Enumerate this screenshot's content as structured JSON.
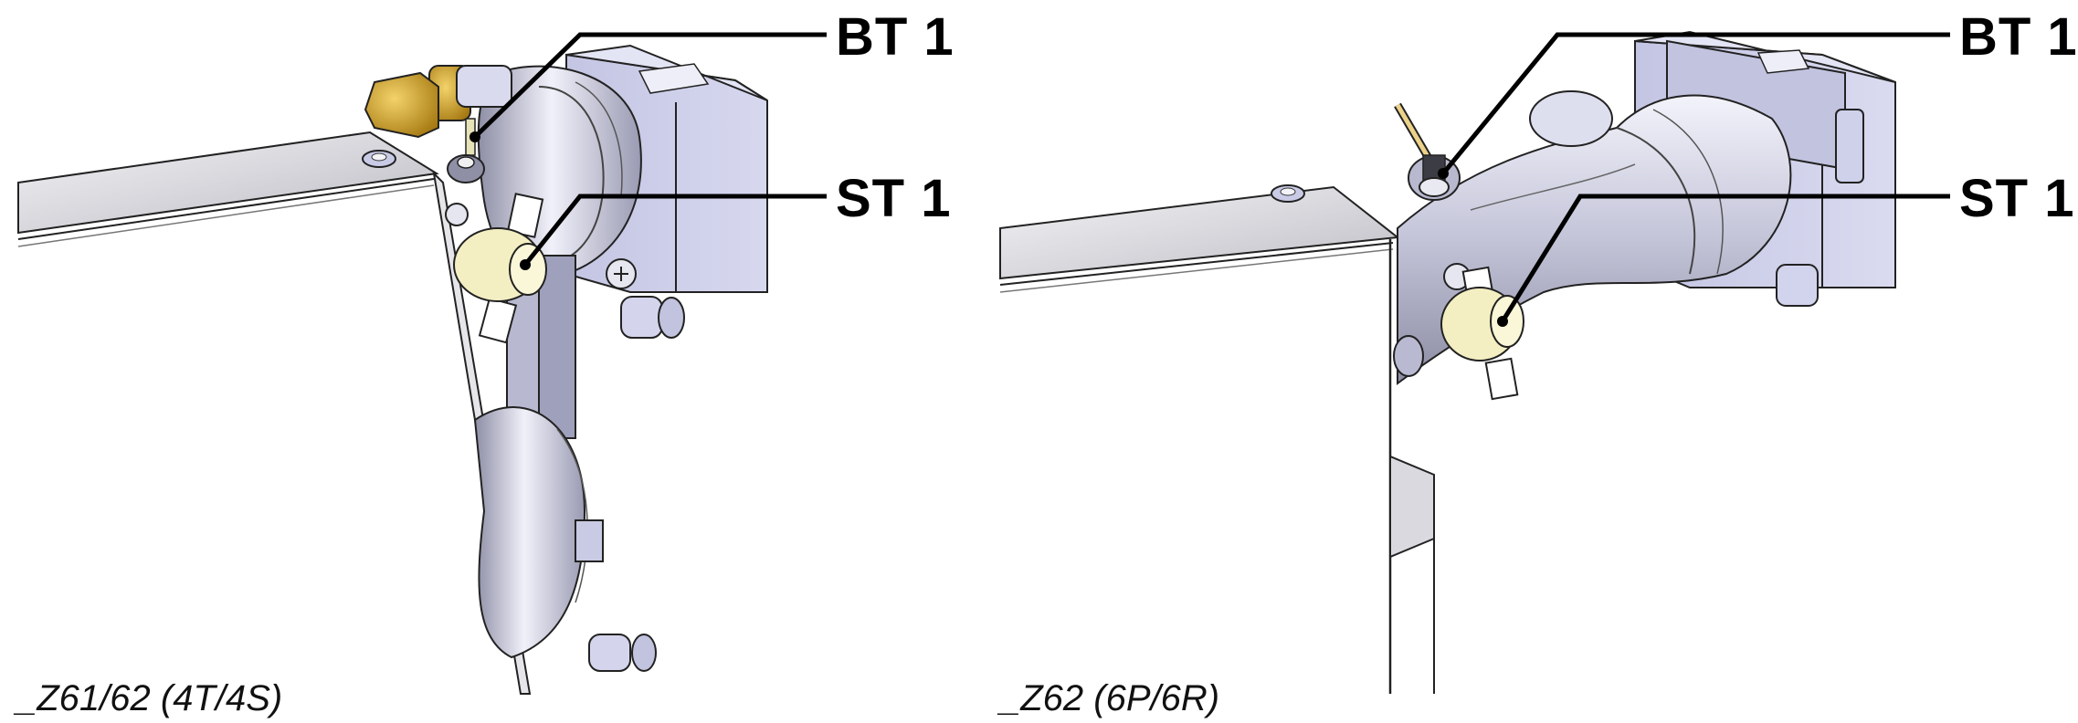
{
  "views": [
    {
      "caption": "_Z61/62 (4T/4S)",
      "callouts": {
        "sensor": "BT 1",
        "clip": "ST 1"
      }
    },
    {
      "caption": "_Z62 (6P/6R)",
      "callouts": {
        "sensor": "BT 1",
        "clip": "ST 1"
      }
    }
  ],
  "colors": {
    "housing": "#cfd0ea",
    "metal": "#d8d8dc",
    "brass": "#d9a520",
    "clip": "#f4efc2",
    "line": "#000000"
  }
}
